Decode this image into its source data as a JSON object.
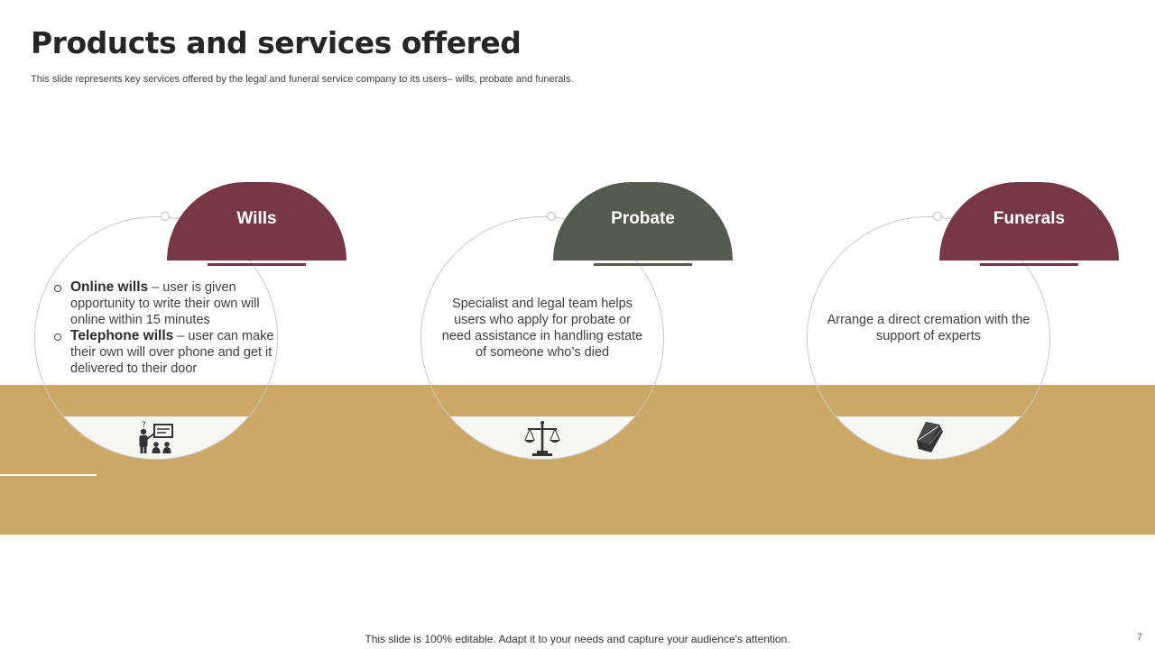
{
  "header": {
    "title": "Products and services offered",
    "subtitle": "This slide represents key services offered by the legal and funeral service company to its users– wills, probate and funerals."
  },
  "cards": [
    {
      "title": "Wills",
      "color": "#773744",
      "icon": "people-presentation-icon",
      "bullets": [
        {
          "label": "Online wills",
          "text": " – user is given opportunity to write their own will online within 15 minutes"
        },
        {
          "label": "Telephone wills",
          "text": " – user can make their own will over phone and get it delivered to their door"
        }
      ]
    },
    {
      "title": "Probate",
      "color": "#525b4d",
      "icon": "scales-of-justice-icon",
      "description": "Specialist and legal team helps users who apply for probate or need assistance in handling estate of someone who’s died"
    },
    {
      "title": "Funerals",
      "color": "#773744",
      "icon": "coffin-icon",
      "description": "Arrange a direct cremation with the support of experts"
    }
  ],
  "colors": {
    "band": "#cca867",
    "text": "#3a3a3a"
  },
  "footer": {
    "note": "This slide is 100% editable. Adapt it to your needs and capture your audience's attention.",
    "page_number": "7"
  }
}
